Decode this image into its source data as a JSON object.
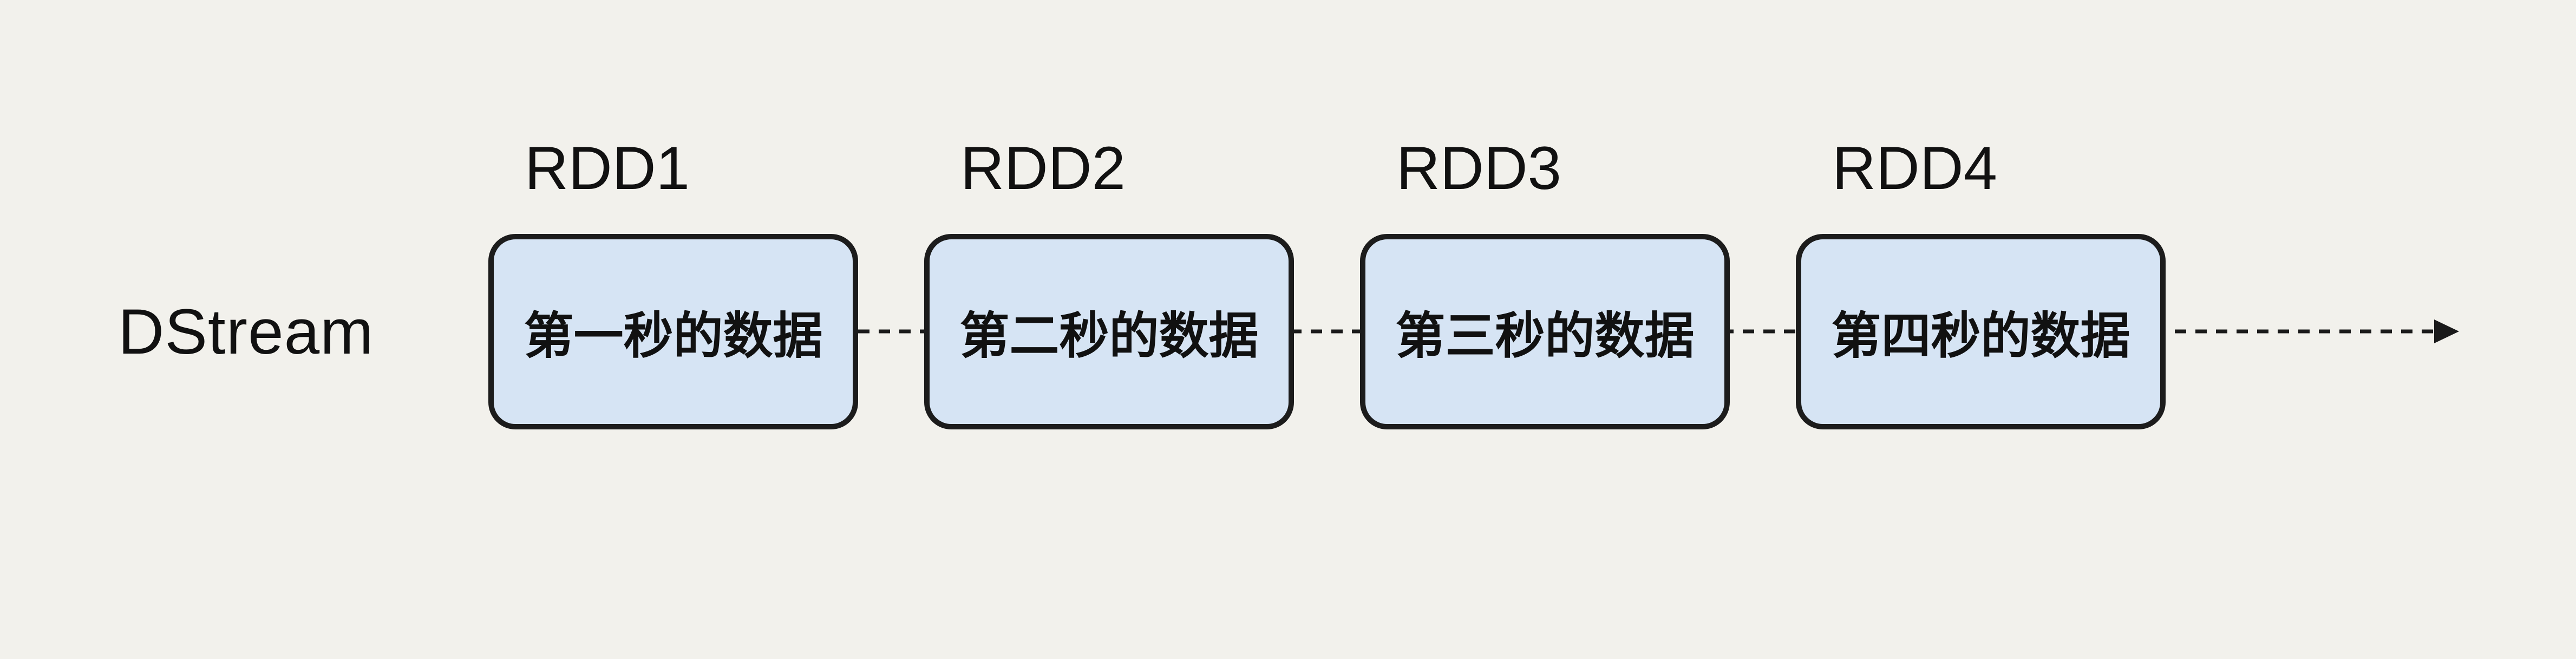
{
  "diagram": {
    "stream_label": "DStream",
    "nodes": [
      {
        "title": "RDD1",
        "content": "第一秒的数据"
      },
      {
        "title": "RDD2",
        "content": "第二秒的数据"
      },
      {
        "title": "RDD3",
        "content": "第三秒的数据"
      },
      {
        "title": "RDD4",
        "content": "第四秒的数据"
      }
    ],
    "colors": {
      "background": "#f2f1ec",
      "node_fill": "#d6e4f4",
      "node_border": "#1c1c1c",
      "connector": "#1a1a1a",
      "text": "#111111"
    },
    "connector_style": "dashed-arrow-right"
  }
}
